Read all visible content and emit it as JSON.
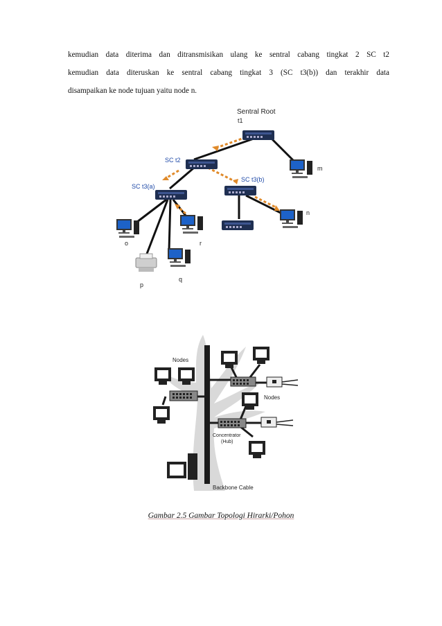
{
  "paragraph": {
    "line1": "kemudian data diterima dan ditransmisikan ulang ke sentral cabang tingkat 2 SC t2",
    "line2": "kemudian data diteruskan ke sentral cabang tingkat 3 (SC t3(b)) dan terakhir data",
    "line3": "disampaikan ke node tujuan yaitu node n."
  },
  "figure1": {
    "root_label": "Sentral Root",
    "root_sub": "t1",
    "sc_t2": "SC t2",
    "sc_t3a": "SC t3(a)",
    "sc_t3b": "SC t3(b)",
    "node_m": "m",
    "node_n": "n",
    "node_o": "o",
    "node_p": "p",
    "node_q": "q",
    "node_r": "r"
  },
  "figure2": {
    "nodes_left": "Nodes",
    "nodes_right": "Nodes",
    "concentrator": "Concentrator",
    "hub": "(Hub)",
    "backbone": "Backbone Cable"
  },
  "caption": "Gambar 2.5 Gambar Topologi Hirarki/Pohon",
  "colors": {
    "arrow": "#e08a2a",
    "switch": "#1f2f52",
    "tree": "#d9d9d9"
  }
}
